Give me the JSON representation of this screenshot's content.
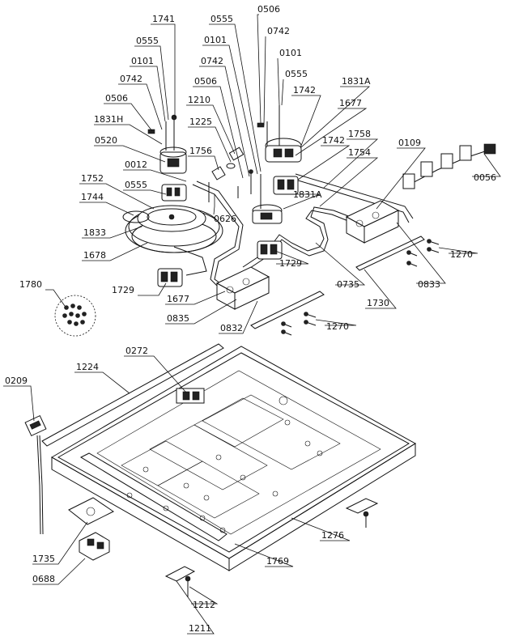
{
  "labels": {
    "l1741": "1741",
    "l0555a": "0555",
    "l0101a": "0101",
    "l0742a": "0742",
    "l0506a": "0506",
    "l1831H": "1831H",
    "l0520": "0520",
    "l0012": "0012",
    "l0555b": "0555",
    "l1752": "1752",
    "l1744": "1744",
    "l1833": "1833",
    "l1678": "1678",
    "l1780": "1780",
    "l1729a": "1729",
    "l1677a": "1677",
    "l0835": "0835",
    "l0832": "0832",
    "l0555c": "0555",
    "l0101b": "0101",
    "l0742b": "0742",
    "l0506b": "0506",
    "l1210": "1210",
    "l1225": "1225",
    "l1756": "1756",
    "l0626": "0626",
    "l0506c": "0506",
    "l0742c": "0742",
    "l0101c": "0101",
    "l0555d": "0555",
    "l1742a": "1742",
    "l1831A": "1831A",
    "l1677b": "1677",
    "l1742b": "1742",
    "l1758": "1758",
    "l1754": "1754",
    "l1831Ab": "1831A",
    "l1729b": "1729",
    "l0109": "0109",
    "l0056": "0056",
    "l1270a": "1270",
    "l0833": "0833",
    "l0735": "0735",
    "l1730": "1730",
    "l1270b": "1270",
    "l0272": "0272",
    "l1224": "1224",
    "l0209": "0209",
    "l1735": "1735",
    "l0688": "0688",
    "l1276": "1276",
    "l1769": "1769",
    "l1212": "1212",
    "l1211": "1211"
  }
}
